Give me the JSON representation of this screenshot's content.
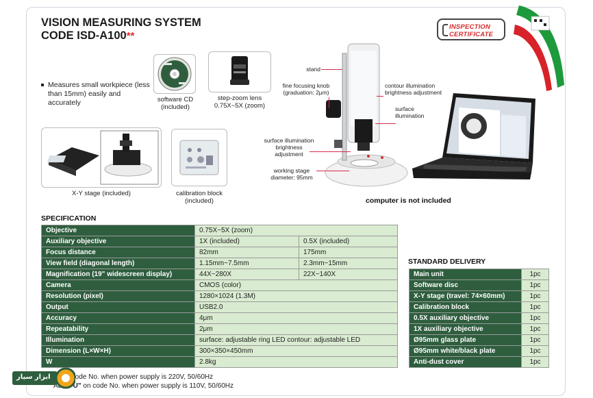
{
  "header": {
    "title_line1": "VISION MEASURING SYSTEM",
    "title_line2": "CODE ISD-A100",
    "title_stars": "**",
    "certificate_line1": "INSPECTION",
    "certificate_line2": "CERTIFICATE"
  },
  "feature_bullet": "Measures small workpiece (less than 15mm) easily and accurately",
  "accessories": {
    "software_cd": "software CD\n(included)",
    "step_zoom_lens": "step-zoom lens\n0.75X~5X (zoom)",
    "xy_stage": "X-Y stage (included)",
    "calibration_block": "calibration block\n(included)"
  },
  "callouts": {
    "stand": "stand",
    "fine_focusing": "fine focusing knob\n(graduation: 2μm)",
    "contour_illumination": "contour illumination\nbrightness adjustment",
    "surface_illumination": "surface\nillumination",
    "surface_brightness": "surface illumination\nbrightness\nadjustment",
    "working_stage": "working stage\ndiameter: 95mm"
  },
  "computer_note": "computer is not included",
  "specification": {
    "title": "SPECIFICATION",
    "rows": [
      {
        "key": "Objective",
        "v1": "0.75X~5X (zoom)"
      },
      {
        "key": "Auxiliary objective",
        "v1": "1X (included)",
        "v2": "0.5X (included)"
      },
      {
        "key": "Focus distance",
        "v1": "82mm",
        "v2": "175mm"
      },
      {
        "key": "View field (diagonal length)",
        "v1": "1.15mm~7.5mm",
        "v2": "2.3mm~15mm"
      },
      {
        "key": "Magnification (19\" widescreen display)",
        "v1": "44X~280X",
        "v2": "22X~140X"
      },
      {
        "key": "Camera",
        "v1": "CMOS (color)"
      },
      {
        "key": "Resolution (pixel)",
        "v1": "1280×1024 (1.3M)"
      },
      {
        "key": "Output",
        "v1": "USB2.0"
      },
      {
        "key": "Accuracy",
        "v1": "4μm"
      },
      {
        "key": "Repeatability",
        "v1": "2μm"
      },
      {
        "key": "Illumination",
        "v1": "surface: adjustable ring LED      contour: adjustable LED"
      },
      {
        "key": "Dimension (L×W×H)",
        "v1": "300×350×450mm"
      },
      {
        "key": "W",
        "v1": "2.8kg"
      }
    ]
  },
  "standard_delivery": {
    "title": "STANDARD DELIVERY",
    "rows": [
      {
        "item": "Main unit",
        "qty": "1pc"
      },
      {
        "item": "Software disc",
        "qty": "1pc"
      },
      {
        "item": "X-Y stage (travel: 74×60mm)",
        "qty": "1pc"
      },
      {
        "item": "Calibration block",
        "qty": "1pc"
      },
      {
        "item": "0.5X auxiliary objective",
        "qty": "1pc"
      },
      {
        "item": "1X auxiliary objective",
        "qty": "1pc"
      },
      {
        "item": "Ø95mm glass plate",
        "qty": "1pc"
      },
      {
        "item": "Ø95mm white/black plate",
        "qty": "1pc"
      },
      {
        "item": "Anti-dust cover",
        "qty": "1pc"
      }
    ]
  },
  "footnotes": {
    "line1_code": "-P",
    "line1_text": " on code No. when power supply is 220V, 50/60Hz",
    "line2_prefix": "Add ",
    "line2_code": "\"-U\"",
    "line2_text": " on code No. when power supply is 110V, 50/60Hz"
  },
  "watermark": {
    "shop_name": "ابزار سیار"
  },
  "colors": {
    "table_header": "#2e5e3e",
    "table_cell": "#d9ebd0",
    "accent_red": "#e0282f",
    "leader_line": "#d4294a"
  }
}
